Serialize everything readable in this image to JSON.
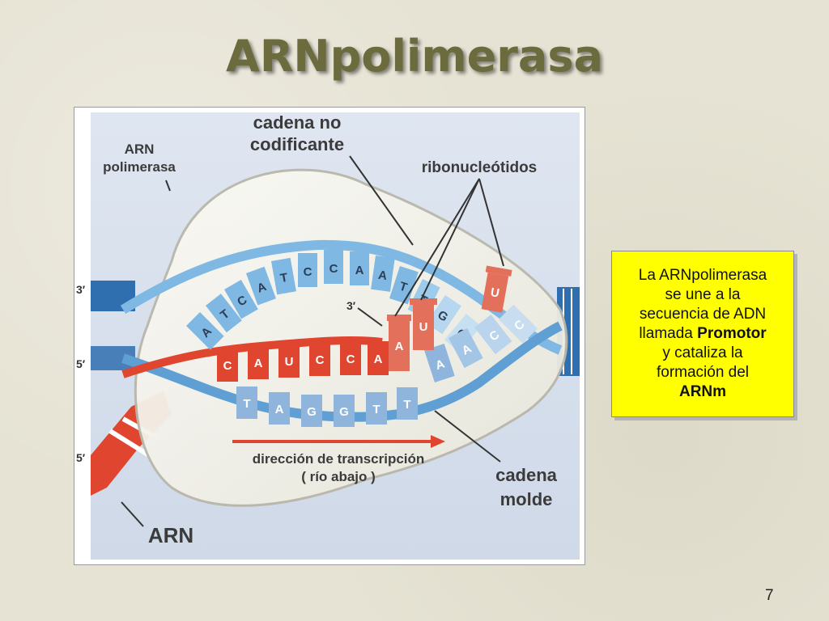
{
  "slide": {
    "title": "ARNpolimerasa",
    "page_number": "7"
  },
  "diagram": {
    "labels": {
      "rna_polymerase_line1": "ARN",
      "rna_polymerase_line2": "polimerasa",
      "non_coding_line1": "cadena no",
      "non_coding_line2": "codificante",
      "ribonucleotides": "ribonucleótidos",
      "direction_line1": "dirección de transcripción",
      "direction_line2": "( río abajo )",
      "template_line1": "cadena",
      "template_line2": "molde",
      "rna": "ARN",
      "prime_3_top": "3′",
      "prime_5_mid": "5′",
      "prime_5_bottom": "5′",
      "prime_3_inner": "3′"
    },
    "coding_strand_bases": [
      "A",
      "T",
      "C",
      "A",
      "T",
      "C",
      "C",
      "A",
      "A",
      "T",
      "T",
      "G",
      "G"
    ],
    "template_strand_bases": [
      "T",
      "A",
      "G",
      "G",
      "T",
      "T",
      "A",
      "A",
      "C",
      "C"
    ],
    "rna_bases": [
      "C",
      "A",
      "U",
      "C",
      "C",
      "A"
    ],
    "free_nucleotides": [
      "A",
      "U",
      "U"
    ],
    "colors": {
      "dna_blue": "#7fb8e2",
      "dna_dark_blue": "#2f6fb0",
      "rna_red": "#e0452f",
      "nucleotide_salmon": "#e2705a",
      "enzyme_fill": "#f3f2ec",
      "callout_bg": "#ffff00"
    }
  },
  "callout": {
    "line1": "La ARNpolimerasa",
    "line2": "se une a la",
    "line3": "secuencia de ADN",
    "line4_prefix": "llamada ",
    "line4_bold": "Promotor",
    "line5": "y cataliza la",
    "line6": "formación del",
    "line7_bold": "ARNm"
  }
}
